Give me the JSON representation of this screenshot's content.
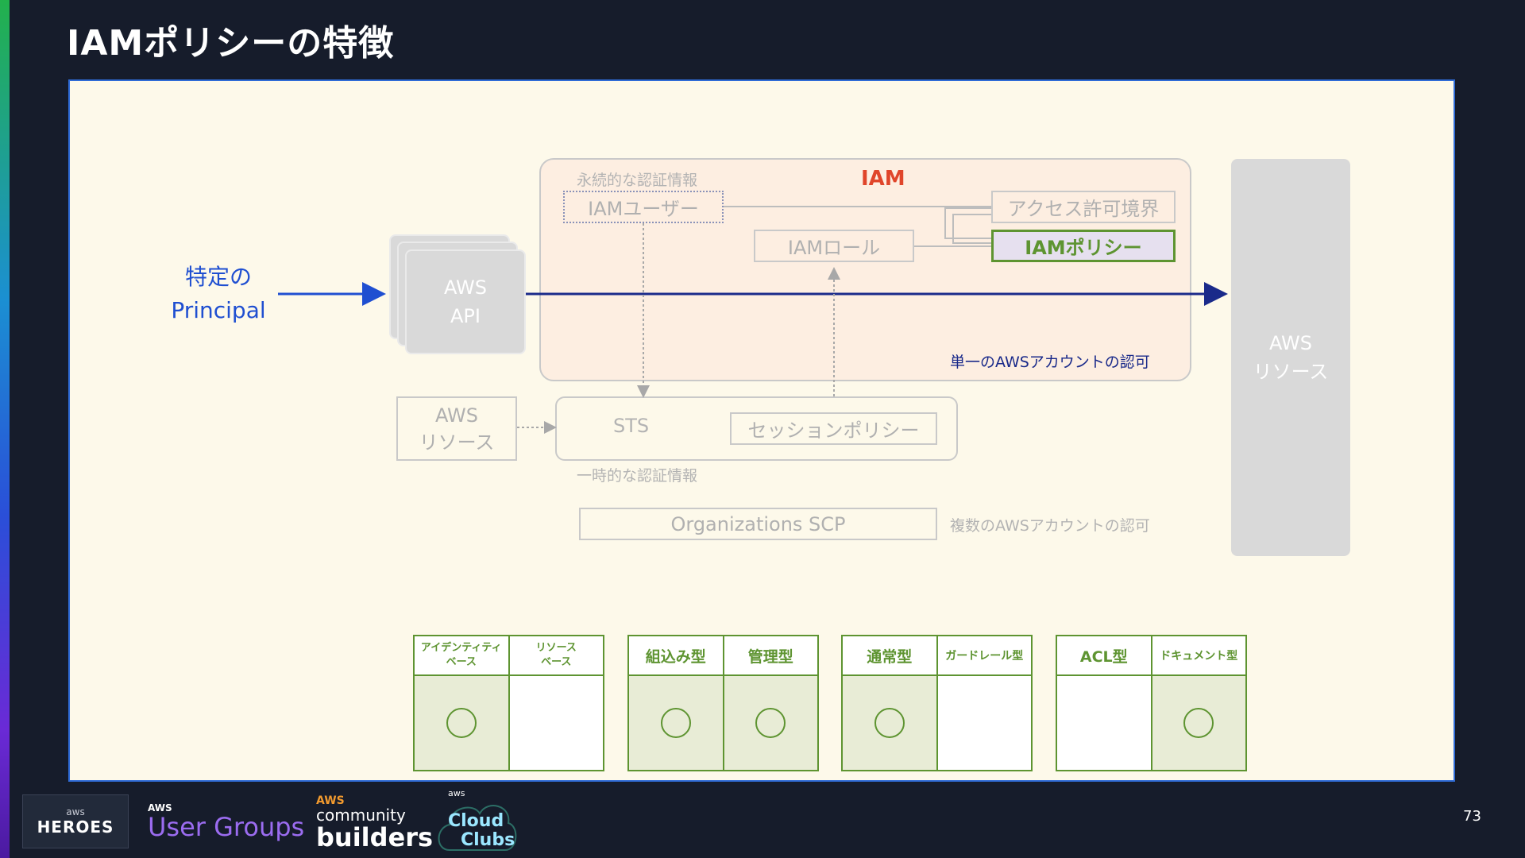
{
  "slide": {
    "title": "IAMポリシーの特徴",
    "page_number": "73"
  },
  "diagram": {
    "principal_line1": "特定の",
    "principal_line2": "Principal",
    "aws_api_line1": "AWS",
    "aws_api_line2": "API",
    "iam_title": "IAM",
    "persistent_creds": "永続的な認証情報",
    "iam_user": "IAMユーザー",
    "iam_role": "IAMロール",
    "access_boundary": "アクセス許可境界",
    "iam_policy": "IAMポリシー",
    "single_account": "単一のAWSアカウントの認可",
    "aws_resource_left_line1": "AWS",
    "aws_resource_left_line2": "リソース",
    "sts": "STS",
    "session_policy": "セッションポリシー",
    "temporary_creds": "一時的な認証情報",
    "org_scp": "Organizations SCP",
    "multi_account": "複数のAWSアカウントの認可",
    "aws_resource_right_line1": "AWS",
    "aws_resource_right_line2": "リソース"
  },
  "feature_tables": [
    {
      "columns": [
        {
          "head1": "アイデンティティ",
          "head2": "ベース",
          "checked": true
        },
        {
          "head1": "リソース",
          "head2": "ベース",
          "checked": false
        }
      ]
    },
    {
      "columns": [
        {
          "head1": "組込み型",
          "head2": "",
          "checked": true
        },
        {
          "head1": "管理型",
          "head2": "",
          "checked": true
        }
      ]
    },
    {
      "columns": [
        {
          "head1": "通常型",
          "head2": "",
          "checked": true
        },
        {
          "head1": "ガードレール型",
          "head2": "",
          "checked": false
        }
      ]
    },
    {
      "columns": [
        {
          "head1": "ACL型",
          "head2": "",
          "checked": false
        },
        {
          "head1": "ドキュメント型",
          "head2": "",
          "checked": true
        }
      ]
    }
  ],
  "footer": {
    "heroes_top": "aws",
    "heroes_label": "HEROES",
    "user_groups_top": "AWS",
    "user_groups_label": "User Groups",
    "community_top": "AWS",
    "community_mid": "community",
    "community_label": "builders",
    "cloud_top": "aws",
    "cloud_line1": "Cloud",
    "cloud_line2": "Clubs"
  },
  "colors": {
    "background": "#161c2b",
    "panel": "#fdf9ea",
    "iam_red": "#e0452a",
    "principal_blue": "#1f4fd1",
    "arrow_navy": "#1a2a8a",
    "green": "#5e9431",
    "green_fill": "#e8ecd6",
    "policy_fill": "#e6e0ef"
  }
}
